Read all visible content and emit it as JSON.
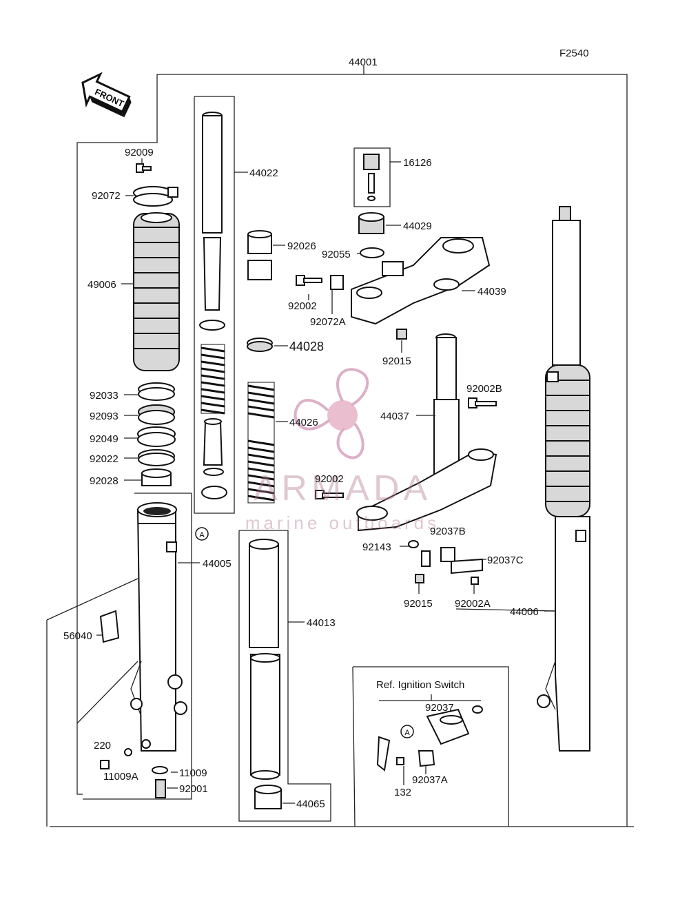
{
  "figure_code": "F2540",
  "front_arrow_label": "FRONT",
  "callouts": {
    "c44001": "44001",
    "c44022": "44022",
    "c92009": "92009",
    "c92072": "92072",
    "c49006": "49006",
    "c92033": "92033",
    "c92093": "92093",
    "c92049": "92049",
    "c92022": "92022",
    "c92028": "92028",
    "c44005": "44005",
    "c56040": "56040",
    "c220": "220",
    "c11009A": "11009A",
    "c11009": "11009",
    "c92001": "92001",
    "c92026": "92026",
    "c44028": "44028",
    "c44026": "44026",
    "c44013": "44013",
    "c44065": "44065",
    "c16126": "16126",
    "c44029": "44029",
    "c92055": "92055",
    "c44039": "44039",
    "c92002a": "92002",
    "c92072A": "92072A",
    "c92015a": "92015",
    "c92002B": "92002B",
    "c44037": "44037",
    "c92002b": "92002",
    "c92037B": "92037B",
    "c92143": "92143",
    "c92037C": "92037C",
    "c92015b": "92015",
    "c92002A": "92002A",
    "c44006": "44006",
    "ref_title": "Ref. Ignition Switch",
    "c92037": "92037",
    "c132": "132",
    "c92037A": "92037A",
    "marker_a1": "A",
    "marker_a2": "A"
  },
  "watermark": {
    "brand": "ARMADA",
    "tagline": "marine outboards",
    "color": "#c0709a"
  }
}
